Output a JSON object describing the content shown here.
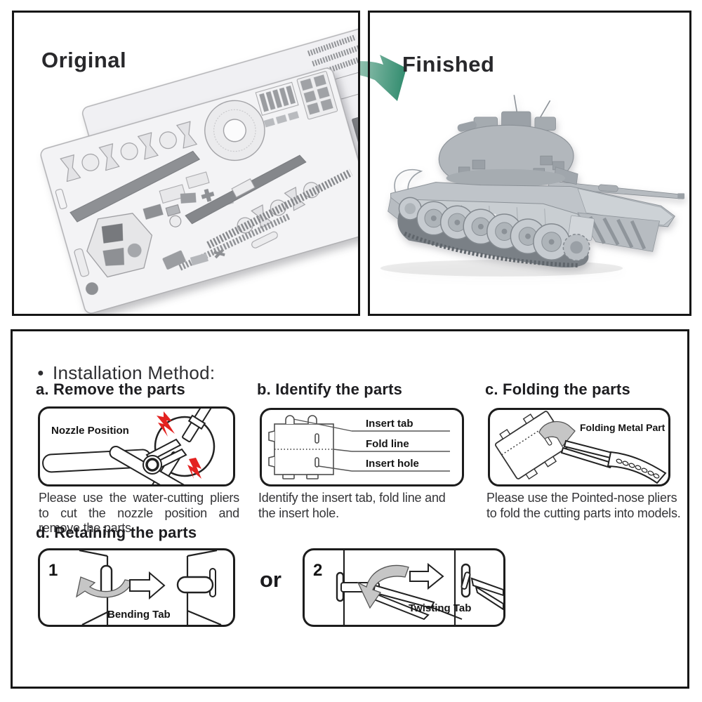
{
  "panels": {
    "original": {
      "title": "Original"
    },
    "finished": {
      "title": "Finished"
    }
  },
  "installation": {
    "bullet": "●",
    "heading": "Installation Method:",
    "step_a": {
      "heading": "a. Remove the parts",
      "diagram_label": "Nozzle Position",
      "caption": "Please use the water-cutting pliers to cut the nozzle position and remove the parts."
    },
    "step_b": {
      "heading": "b. Identify the parts",
      "label_insert_tab": "Insert tab",
      "label_fold_line": "Fold line",
      "label_insert_hole": "Insert hole",
      "caption": "Identify the insert tab, fold line and the insert hole."
    },
    "step_c": {
      "heading": "c. Folding the parts",
      "diagram_label": "Folding Metal Part",
      "caption": "Please use the Pointed-nose pliers to fold the cutting parts into models."
    },
    "step_d": {
      "heading": "d. Retaining the parts",
      "option1": {
        "number": "1",
        "label": "Bending Tab"
      },
      "or": "or",
      "option2": {
        "number": "2",
        "label": "Twisting Tab"
      }
    }
  },
  "colors": {
    "arrow_green": "#2e8a6c",
    "spark_red": "#e32220",
    "outline": "#1a1a1a"
  }
}
